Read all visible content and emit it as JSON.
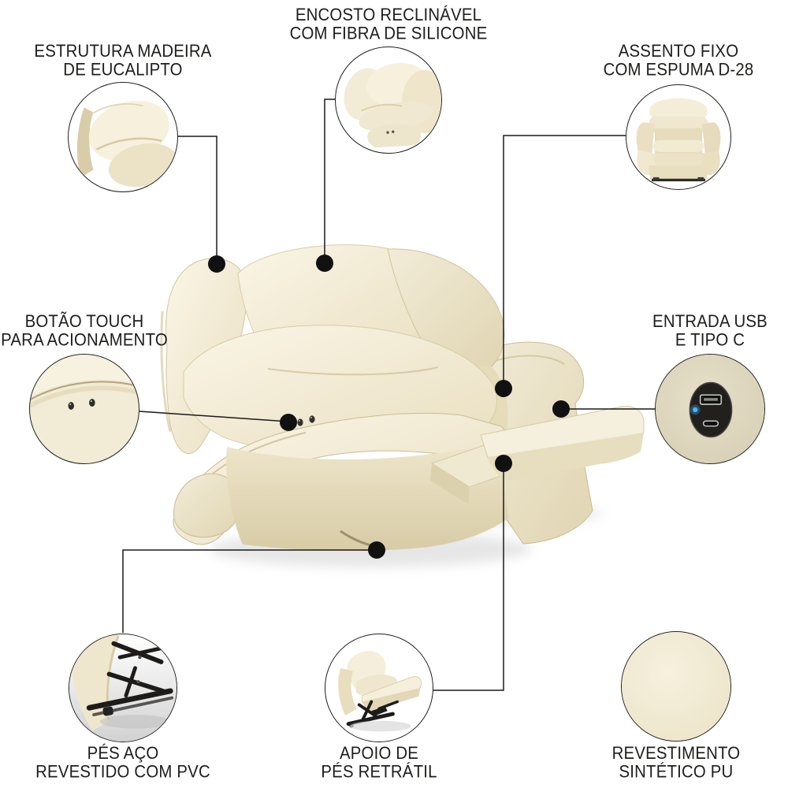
{
  "infographic": {
    "title_context": "recliner armchair feature callout diagram",
    "callouts": {
      "encosto": {
        "line1": "ENCOSTO RECLINÁVEL",
        "line2": "COM FIBRA DE SILICONE"
      },
      "estrutura": {
        "line1": "ESTRUTURA MADEIRA",
        "line2": "DE EUCALIPTO"
      },
      "assento": {
        "line1": "ASSENTO FIXO",
        "line2": "COM ESPUMA D-28"
      },
      "botao": {
        "line1": "BOTÃO TOUCH",
        "line2": "PARA ACIONAMENTO"
      },
      "usb": {
        "line1": "ENTRADA USB",
        "line2": "E TIPO C"
      },
      "pes": {
        "line1": "PÉS AÇO",
        "line2": "REVESTIDO COM PVC"
      },
      "apoio": {
        "line1": "APOIO DE",
        "line2": "PÉS RETRÁTIL"
      },
      "revestimento": {
        "line1": "REVESTIMENTO",
        "line2": "SINTÉTICO PU"
      }
    },
    "colors": {
      "text": "#1d1d1b",
      "line": "#1a1a1a",
      "dot": "#111111",
      "leather_cream": "#efe8d1",
      "leather_light": "#f7f2e2",
      "leather_shadow": "#d9cda8",
      "metal_black": "#1c1c1c",
      "usb_led_blue": "#45b6ff"
    }
  }
}
